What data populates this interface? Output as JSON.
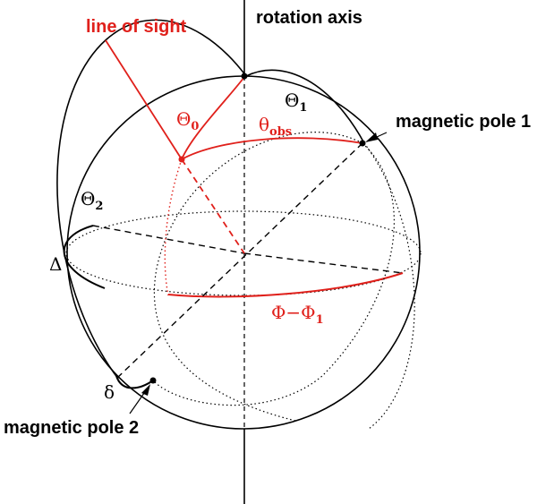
{
  "labels": {
    "rotation_axis": "rotation axis",
    "line_of_sight": "line of sight",
    "magnetic_pole_1": "magnetic pole 1",
    "magnetic_pole_2": "magnetic pole 2"
  },
  "greek": {
    "theta0": {
      "base": "Θ",
      "sub": "0"
    },
    "theta1": {
      "base": "Θ",
      "sub": "1"
    },
    "theta2": {
      "base": "Θ",
      "sub": "2"
    },
    "theta_obs": {
      "base": "θ",
      "sub": "obs"
    },
    "phi_diff": {
      "base": "Φ−Φ",
      "sub": "1"
    },
    "delta_upper": "Δ",
    "delta_lower": "δ"
  },
  "colors": {
    "black": "#000000",
    "red": "#e0201b"
  }
}
